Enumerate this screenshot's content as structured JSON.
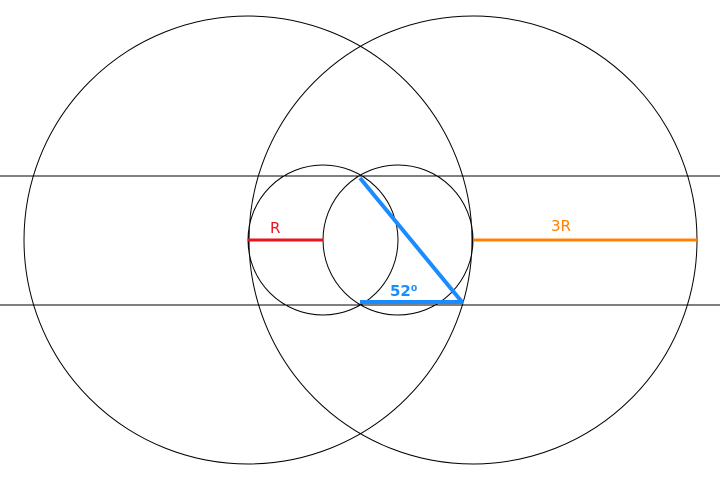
{
  "labels": {
    "small_radius": "R",
    "large_radius": "3R",
    "angle": "52⁰"
  },
  "colors": {
    "lines": "#000000",
    "small_radius": "#e8141c",
    "large_radius": "#ff7f00",
    "triangle": "#1a8cff"
  }
}
